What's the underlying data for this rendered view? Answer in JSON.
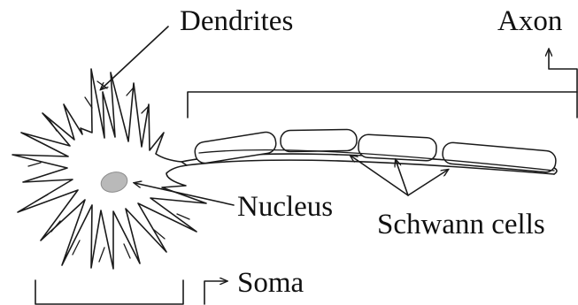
{
  "labels": {
    "dendrites": "Dendrites",
    "axon": "Axon",
    "nucleus": "Nucleus",
    "schwann_cells": "Schwann cells",
    "soma": "Soma"
  },
  "colors": {
    "line": "#1a1a1a",
    "nucleus_fill": "#b9b9b9",
    "background": "#ffffff"
  }
}
